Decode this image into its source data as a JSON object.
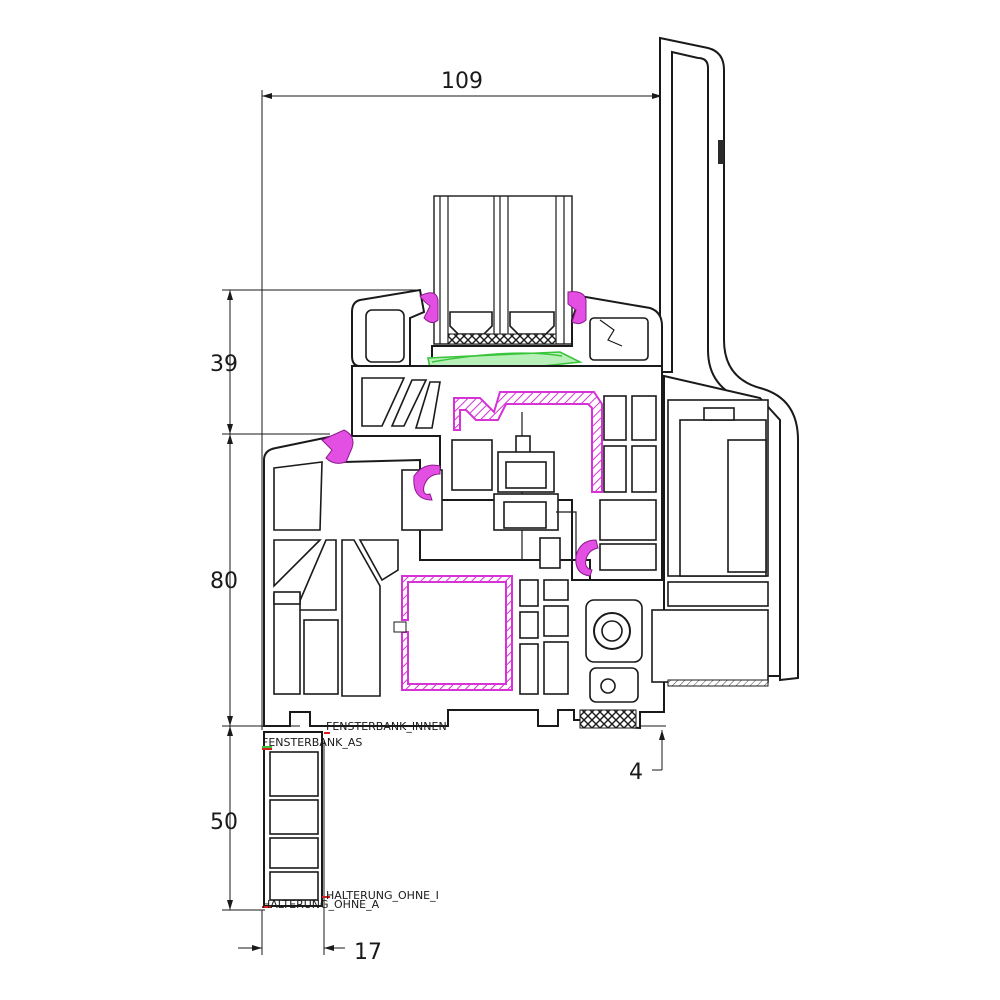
{
  "dimensions": {
    "overall_width": "109",
    "sash_height": "39",
    "frame_height": "80",
    "sill_height": "50",
    "offset_bottom": "4",
    "sill_width": "17"
  },
  "labels": {
    "sill_outer": "FENSTERBANK_AS",
    "sill_inner": "FENSTERBANK_INNEN",
    "holder_outer": "HALTERUNG_OHNE_A",
    "holder_inner": "HALTERUNG_OHNE_I"
  },
  "colors": {
    "line": "#1a1a1a",
    "steel_reinforcement": "#d633d6",
    "gasket": "#e24fe2",
    "glazing_bead_gasket": "#39c439",
    "marker": "#d62020"
  }
}
